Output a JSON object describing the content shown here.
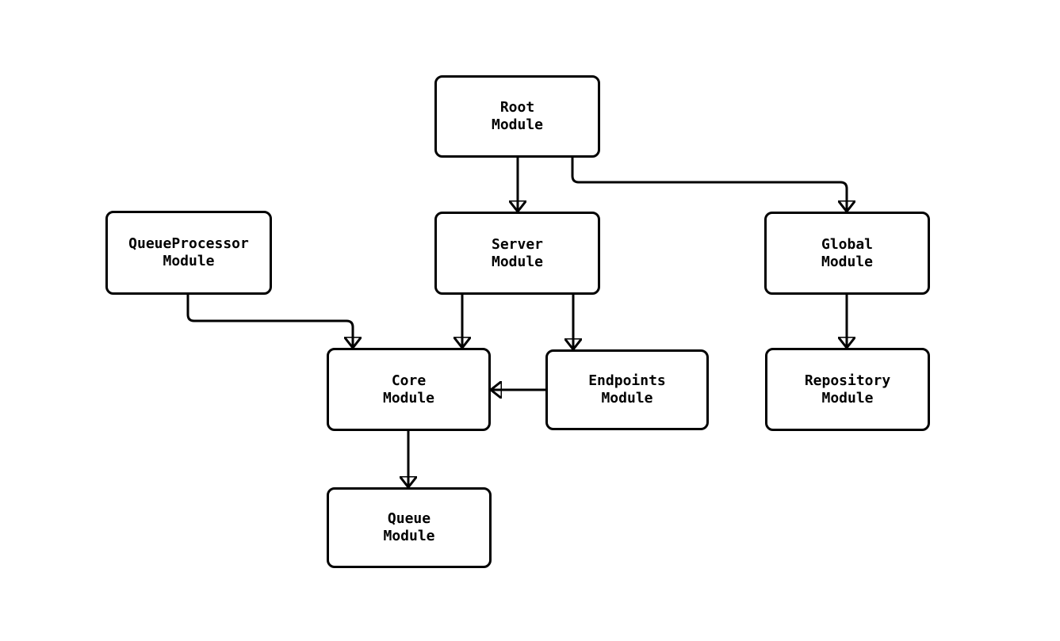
{
  "diagram": {
    "background_color": "#ffffff",
    "node_fill_color": "#ffffff",
    "stroke_color": "#000000",
    "text_color": "#000000",
    "nodes": [
      {
        "id": "root",
        "label": "Root\nModule"
      },
      {
        "id": "queueprocessor",
        "label": "QueueProcessor\nModule"
      },
      {
        "id": "server",
        "label": "Server\nModule"
      },
      {
        "id": "global",
        "label": "Global\nModule"
      },
      {
        "id": "core",
        "label": "Core\nModule"
      },
      {
        "id": "endpoints",
        "label": "Endpoints\nModule"
      },
      {
        "id": "repository",
        "label": "Repository\nModule"
      },
      {
        "id": "queue",
        "label": "Queue\nModule"
      }
    ],
    "edges": [
      {
        "from": "Root Module",
        "to": "Server Module"
      },
      {
        "from": "Root Module",
        "to": "Global Module"
      },
      {
        "from": "QueueProcessor Module",
        "to": "Core Module"
      },
      {
        "from": "Server Module",
        "to": "Core Module"
      },
      {
        "from": "Server Module",
        "to": "Endpoints Module"
      },
      {
        "from": "Endpoints Module",
        "to": "Core Module"
      },
      {
        "from": "Global Module",
        "to": "Repository Module"
      },
      {
        "from": "Core Module",
        "to": "Queue Module"
      }
    ]
  }
}
